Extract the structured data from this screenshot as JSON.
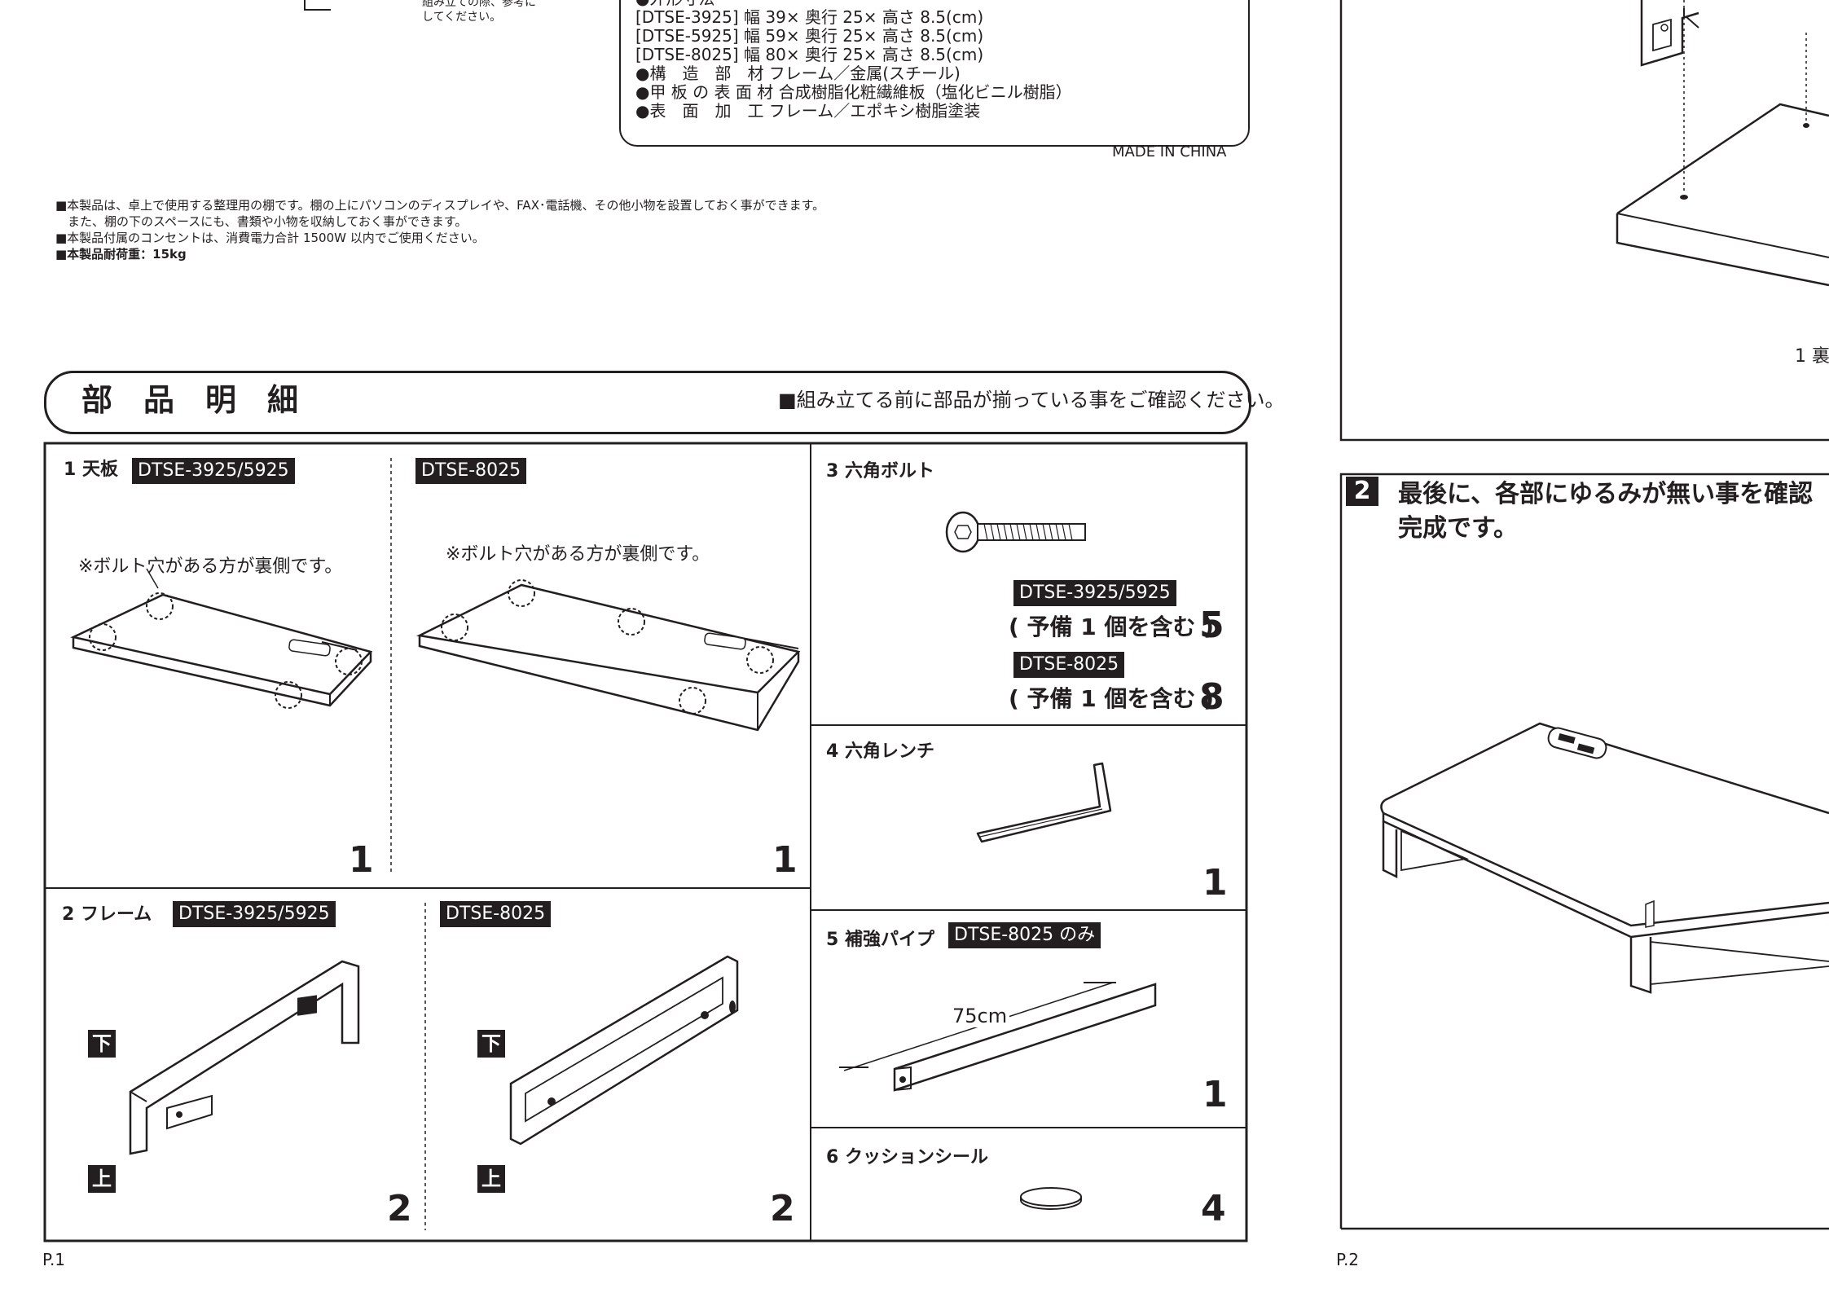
{
  "top_left": {
    "caption_line1": "組み立ての際、参考に",
    "caption_line2": "してください。"
  },
  "specs": {
    "dim_label": "●外形寸法",
    "rows": [
      "[DTSE-3925]  幅 39× 奥行 25× 高さ 8.5(cm)",
      "[DTSE-5925]  幅 59× 奥行 25× 高さ 8.5(cm)",
      "[DTSE-8025]  幅 80× 奥行 25× 高さ 8.5(cm)",
      "●構　造　部　材  フレーム／金属(スチール)",
      "●甲 板 の 表 面 材  合成樹脂化粧繊維板（塩化ビニル樹脂）",
      "●表　面　加　工  フレーム／エポキシ樹脂塗装"
    ],
    "made_in": "MADE IN CHINA"
  },
  "notes": [
    "■本製品は、卓上で使用する整理用の棚です。棚の上にパソコンのディスプレイや、FAX･電話機、その他小物を設置しておく事ができます。",
    "　また、棚の下のスペースにも、書類や小物を収納しておく事ができます。",
    "■本製品付属のコンセントは、消費電力合計 1500W 以内でご使用ください。",
    "■本製品耐荷重：15kg"
  ],
  "parts_section": {
    "title": "部　品　明　細",
    "notice": "■組み立てる前に部品が揃っている事をご確認ください。"
  },
  "parts": {
    "p1": {
      "label": "1 天板",
      "tag_a": "DTSE-3925/5925",
      "tag_b": "DTSE-8025",
      "note_a": "※ボルト穴がある方が裏側です。",
      "note_b": "※ボルト穴がある方が裏側です。",
      "qty_a": "1",
      "qty_b": "1"
    },
    "p2": {
      "label": "2 フレーム",
      "tag_a": "DTSE-3925/5925",
      "tag_b": "DTSE-8025",
      "down": "下",
      "up": "上",
      "qty_a": "2",
      "qty_b": "2"
    },
    "p3": {
      "label": "3 六角ボルト",
      "tag_a": "DTSE-3925/5925",
      "spare_a": "( 予備 1 個を含む )",
      "qty_a": "5",
      "tag_b": "DTSE-8025",
      "spare_b": "( 予備 1 個を含む )",
      "qty_b": "8"
    },
    "p4": {
      "label": "4 六角レンチ",
      "qty": "1"
    },
    "p5": {
      "label": "5 補強パイプ",
      "tag": "DTSE-8025 のみ",
      "length": "75cm",
      "qty": "1"
    },
    "p6": {
      "label": "6 クッションシール",
      "qty": "4"
    }
  },
  "right_page": {
    "step1_caption": "1 裏",
    "step2_num": "2",
    "step2_line1": "最後に、各部にゆるみが無い事を確認",
    "step2_line2": "完成です。"
  },
  "page_labels": {
    "p1": "P.1",
    "p2": "P.2"
  }
}
